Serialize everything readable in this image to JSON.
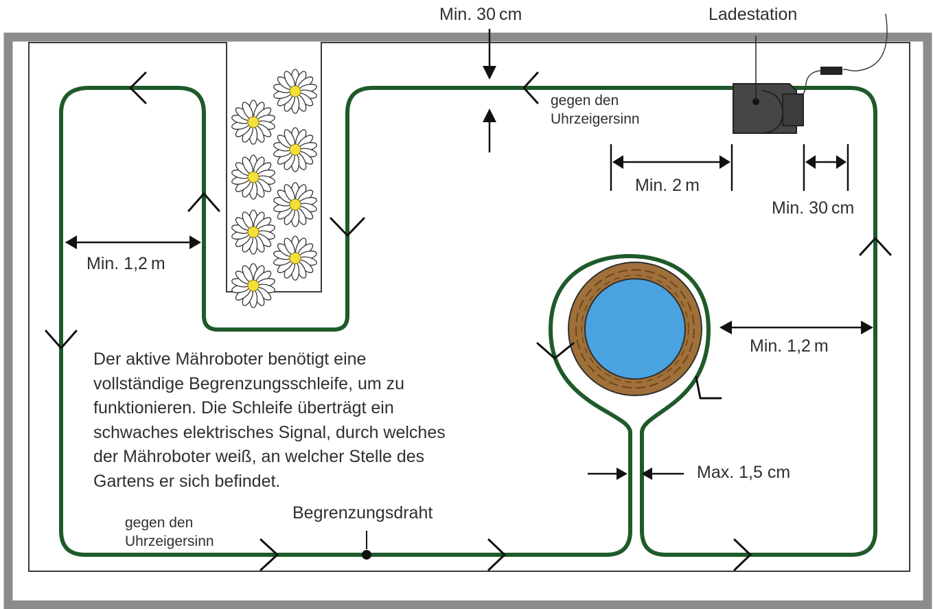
{
  "labels": {
    "top_gap": "Min. 30 cm",
    "charging_station": "Ladestation",
    "direction_top_line1": "gegen den",
    "direction_top_line2": "Uhrzeigersinn",
    "station_front_gap": "Min. 2 m",
    "station_side_gap": "Min. 30 cm",
    "left_width": "Min. 1,2 m",
    "island_gap": "Min. 1,2 m",
    "wire_spacing": "Max. 1,5 cm",
    "direction_bottom_line1": "gegen den",
    "direction_bottom_line2": "Uhrzeigersinn",
    "boundary_wire": "Begrenzungsdraht"
  },
  "description": [
    "Der aktive Mähroboter benötigt eine",
    "vollständige Begrenzungsschleife, um zu",
    "funktionieren. Die Schleife überträgt ein",
    "schwaches elektrisches Signal, durch welches",
    "der Mähroboter weiß, an welcher Stelle des",
    "Gartens er sich befindet."
  ],
  "colors": {
    "wire": "#1f5a2a",
    "frame": "#8c8c8c",
    "station": "#444444",
    "pond": "#4aa3e0",
    "pond_rim": "#a0703a",
    "flower_center": "#f5e03a"
  }
}
